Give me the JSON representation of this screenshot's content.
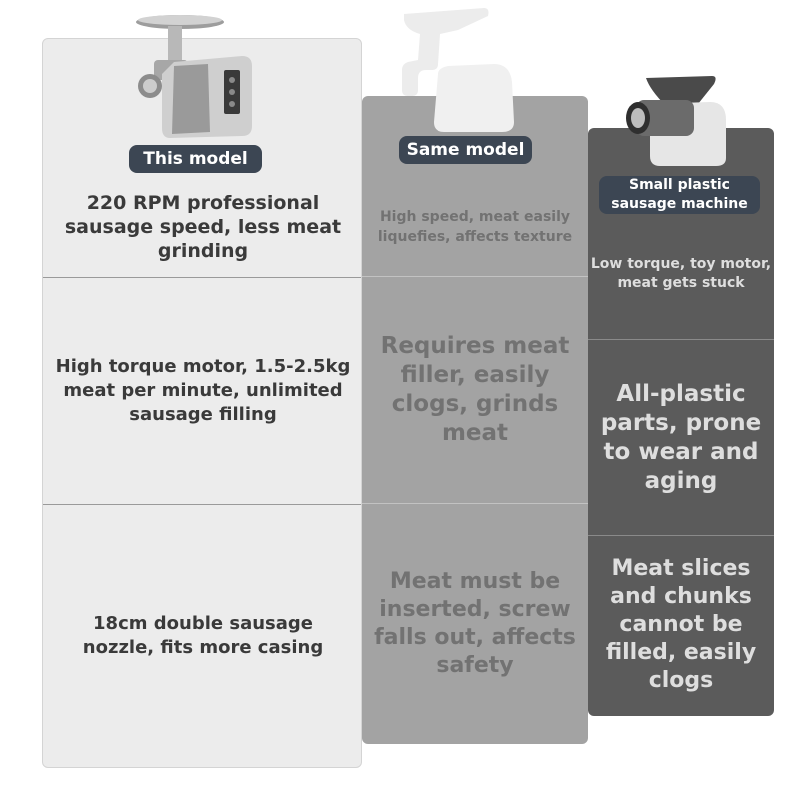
{
  "columns": {
    "this_model": {
      "badge": "This model",
      "rows": [
        "220 RPM professional sausage speed, less meat grinding",
        "High torque motor, 1.5-2.5kg meat per minute, unlimited sausage filling",
        "18cm double sausage nozzle, fits more casing"
      ]
    },
    "same_model": {
      "badge": "Same model",
      "rows": [
        "High speed, meat easily liquefies, affects texture",
        "Requires meat filler, easily clogs, grinds meat",
        "Meat must be inserted, screw falls out, affects safety"
      ]
    },
    "plastic": {
      "badge": "Small plastic sausage machine",
      "rows": [
        "Low torque, toy motor, meat gets stuck",
        "All-plastic parts, prone to wear and aging",
        "Meat slices and chunks cannot be filled, easily clogs"
      ]
    }
  },
  "icons": {
    "this_model": "steel-meat-grinder-icon",
    "same_model": "white-grinder-silhouette-icon",
    "plastic": "plastic-sausage-machine-icon"
  },
  "colors": {
    "col1_bg": "#ececec",
    "col2_bg": "#a3a3a3",
    "col3_bg": "#5b5b5b",
    "badge_bg": "#3c4653"
  }
}
